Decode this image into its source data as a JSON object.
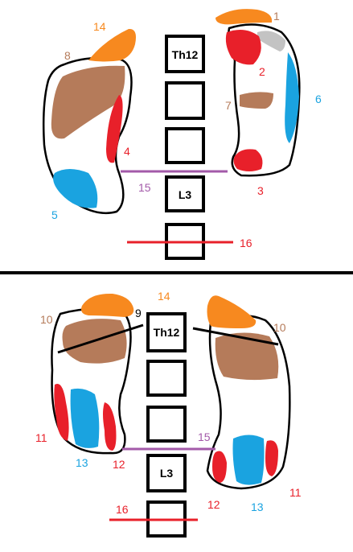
{
  "colors": {
    "orange": "#f7891f",
    "brown": "#b57b5a",
    "red": "#e8202a",
    "blue": "#1aa3e0",
    "gray": "#c3c3c3",
    "purple": "#a35aa9",
    "outline": "#000000"
  },
  "top": {
    "vertebra_labels": {
      "th12": "Th12",
      "l3": "L3"
    },
    "labels": {
      "n1": "1",
      "n2": "2",
      "n3": "3",
      "n4": "4",
      "n5": "5",
      "n6": "6",
      "n7": "7",
      "n8": "8",
      "n14": "14",
      "n15": "15",
      "n16": "16"
    }
  },
  "bottom": {
    "vertebra_labels": {
      "th12": "Th12",
      "l3": "L3"
    },
    "labels": {
      "n9": "9",
      "n10_left": "10",
      "n10_right": "10",
      "n11_left": "11",
      "n11_right": "11",
      "n12_left": "12",
      "n12_right": "12",
      "n13_left": "13",
      "n13_right": "13",
      "n14": "14",
      "n15": "15",
      "n16": "16"
    }
  }
}
